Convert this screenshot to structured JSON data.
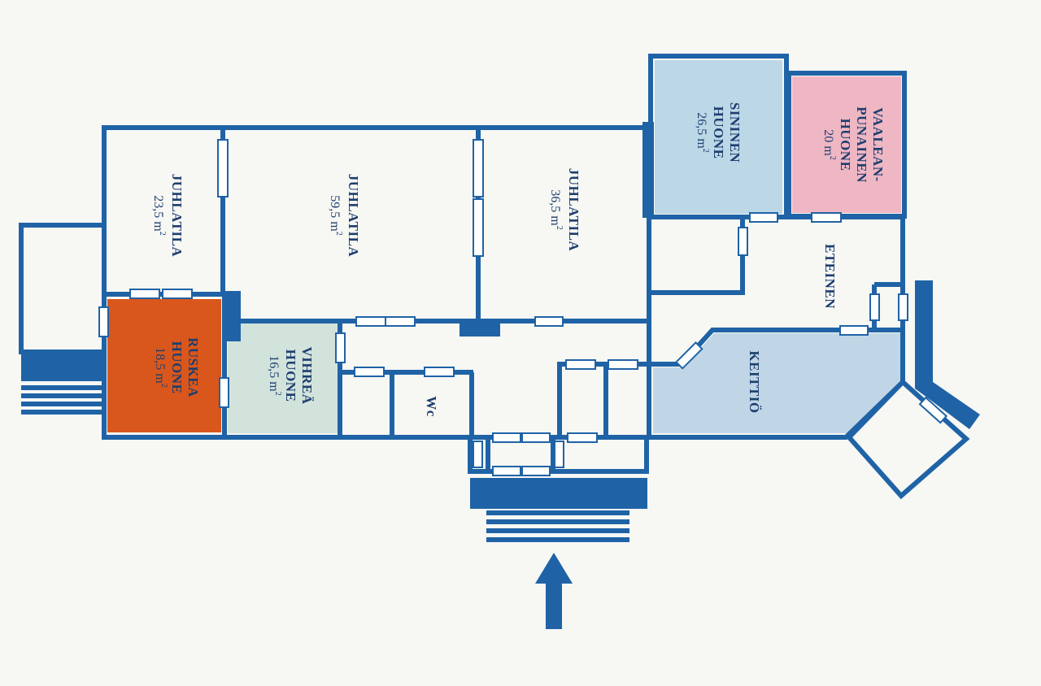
{
  "colors": {
    "wall": "#1f63a6",
    "background": "#f7f7f4",
    "brown_room": "#d9571c",
    "blue_room": "#bcd7e6",
    "pink_room": "#efb6c4",
    "green_room": "#d2e3dc",
    "kitchen": "#c0d6e6",
    "text": "#1d3e6e"
  },
  "rooms": {
    "juhlatila_1": {
      "name": "JUHLATILA",
      "area": "23,5 m",
      "unit_sup": "2"
    },
    "juhlatila_2": {
      "name": "JUHLATILA",
      "area": "59,5 m",
      "unit_sup": "2"
    },
    "juhlatila_3": {
      "name": "JUHLATILA",
      "area": "36,5 m",
      "unit_sup": "2"
    },
    "sininen": {
      "name_line1": "SININEN",
      "name_line2": "HUONE",
      "area": "26,5 m",
      "unit_sup": "2"
    },
    "vaaleanpunainen": {
      "name_line1": "VAALEAN-",
      "name_line2": "PUNAINEN",
      "name_line3": "HUONE",
      "area": "20 m",
      "unit_sup": "2"
    },
    "ruskea": {
      "name_line1": "RUSKEA",
      "name_line2": "HUONE",
      "area": "18,5 m",
      "unit_sup": "2"
    },
    "vihrea": {
      "name_line1": "VIHREÄ",
      "name_line2": "HUONE",
      "area": "16,5 m",
      "unit_sup": "2"
    },
    "wc": {
      "name": "Wc"
    },
    "eteinen": {
      "name": "ETEINEN"
    },
    "keittio": {
      "name": "KEITTIÖ"
    }
  },
  "icons": {
    "entrance": "arrow-up-icon"
  }
}
